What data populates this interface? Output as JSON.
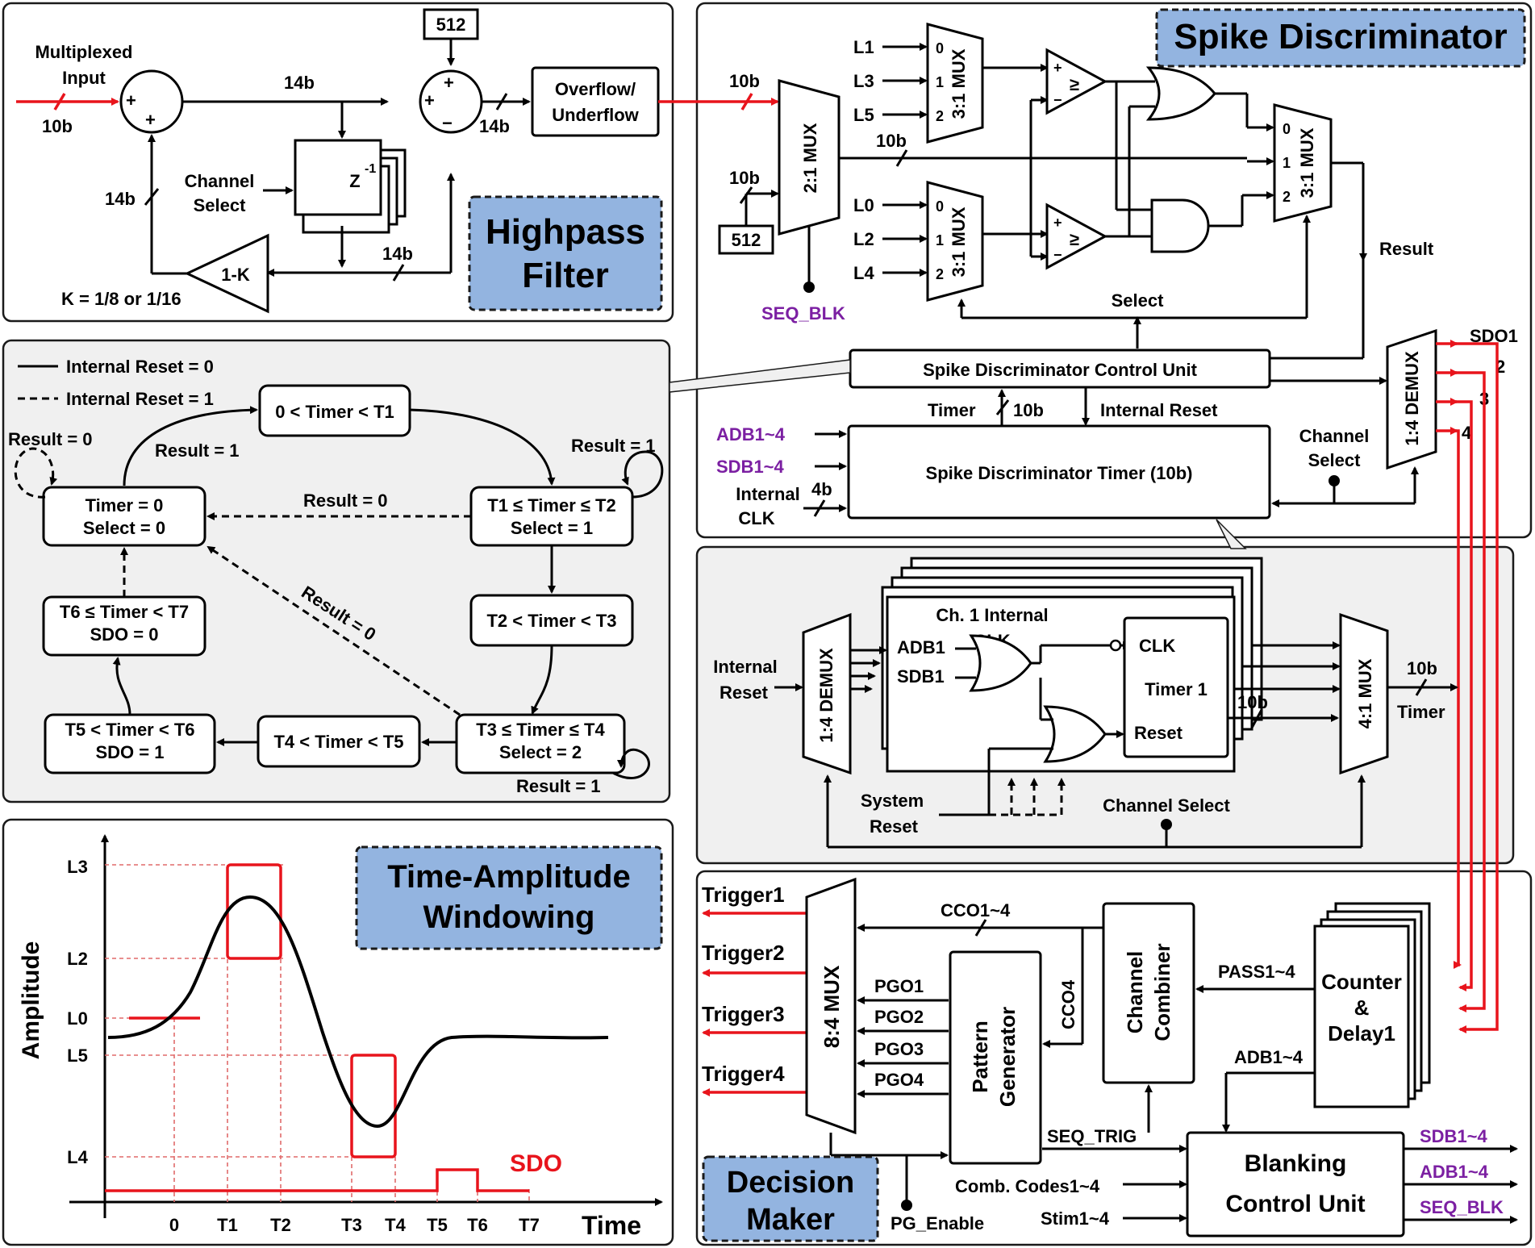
{
  "highpass": {
    "title_line1": "Highpass",
    "title_line2": "Filter",
    "input_line1": "Multiplexed",
    "input_line2": "Input",
    "bits_10": "10b",
    "bits_14": "14b",
    "const_512": "512",
    "overflow_line1": "Overflow/",
    "overflow_line2": "Underflow",
    "channel_line1": "Channel",
    "channel_line2": "Select",
    "delay": "Z",
    "delay_exp": "-1",
    "gain": "1-K",
    "k_note": "K = 1/8 or 1/16",
    "plus": "+",
    "minus": "−"
  },
  "spike": {
    "title": "Spike Discriminator",
    "l_top": [
      "L1",
      "L3",
      "L5"
    ],
    "l_bot": [
      "L0",
      "L2",
      "L4"
    ],
    "mux_inputs": [
      "0",
      "1",
      "2"
    ],
    "mux21": "2:1 MUX",
    "mux31": "3:1 MUX",
    "ge": "≥",
    "bits_10": "10b",
    "const_512": "512",
    "seq_blk": "SEQ_BLK",
    "select": "Select",
    "result": "Result",
    "control_unit": "Spike Discriminator Control Unit",
    "timer_label": "Timer",
    "internal_reset": "Internal Reset",
    "adb": "ADB1~4",
    "sdb": "SDB1~4",
    "int_clk_line1": "Internal",
    "int_clk_line2": "CLK",
    "bits_4": "4b",
    "timer_block": "Spike Discriminator Timer (10b)",
    "channel_line1": "Channel",
    "channel_line2": "Select",
    "demux": "1:4 DEMUX",
    "sdo_labels": [
      "SDO1",
      "2",
      "3",
      "4"
    ]
  },
  "fsm": {
    "legend_solid": "Internal Reset = 0",
    "legend_dashed": "Internal Reset = 1",
    "s_top": "0 < Timer < T1",
    "s_init_1": "Timer = 0",
    "s_init_2": "Select = 0",
    "s_t1_1": "T1 ≤ Timer ≤ T2",
    "s_t1_2": "Select = 1",
    "s_t2": "T2 < Timer < T3",
    "s_t3_1": "T3 ≤ Timer ≤ T4",
    "s_t3_2": "Select = 2",
    "s_t4": "T4 < Timer < T5",
    "s_t5_1": "T5 < Timer < T6",
    "s_t5_2": "SDO = 1",
    "s_t6_1": "T6 ≤ Timer < T7",
    "s_t6_2": "SDO = 0",
    "result0": "Result = 0",
    "result1": "Result = 1"
  },
  "timer_detail": {
    "internal_reset_1": "Internal",
    "internal_reset_2": "Reset",
    "demux": "1:4 DEMUX",
    "ch1_clk_1": "Ch. 1 Internal",
    "ch1_clk_2": "CLK",
    "adb1": "ADB1",
    "sdb1": "SDB1",
    "clk": "CLK",
    "timer1": "Timer 1",
    "reset": "Reset",
    "bits_10": "10b",
    "mux": "4:1 MUX",
    "timer_out": "Timer",
    "system_reset_1": "System",
    "system_reset_2": "Reset",
    "channel_select": "Channel Select"
  },
  "windowing": {
    "title_line1": "Time-Amplitude",
    "title_line2": "Windowing",
    "ylabel": "Amplitude",
    "xlabel": "Time",
    "y_ticks": [
      "L3",
      "L2",
      "L0",
      "L5",
      "L4"
    ],
    "x_ticks": [
      "0",
      "T1",
      "T2",
      "T3",
      "T4",
      "T5",
      "T6",
      "T7"
    ],
    "sdo": "SDO"
  },
  "decision": {
    "title_line1": "Decision",
    "title_line2": "Maker",
    "triggers": [
      "Trigger1",
      "Trigger2",
      "Trigger3",
      "Trigger4"
    ],
    "mux84": "8:4 MUX",
    "cco": "CCO1~4",
    "pgo": [
      "PGO1",
      "PGO2",
      "PGO3",
      "PGO4"
    ],
    "pattern_1": "Pattern",
    "pattern_2": "Generator",
    "cco4": "CCO4",
    "combiner_1": "Channel",
    "combiner_2": "Combiner",
    "pass": "PASS1~4",
    "counter_1": "Counter",
    "counter_2": "&",
    "counter_3": "Delay1",
    "adb": "ADB1~4",
    "seq_trig": "SEQ_TRIG",
    "comb_codes": "Comb. Codes1~4",
    "stim": "Stim1~4",
    "pg_enable": "PG_Enable",
    "blanking_1": "Blanking",
    "blanking_2": "Control Unit",
    "out_sdb": "SDB1~4",
    "out_adb": "ADB1~4",
    "out_seq": "SEQ_BLK"
  },
  "colors": {
    "signal_red": "#e8141c",
    "purple": "#7b1fa2",
    "title_blue": "#93b4e0",
    "panel_grey": "#f0f0f0"
  }
}
